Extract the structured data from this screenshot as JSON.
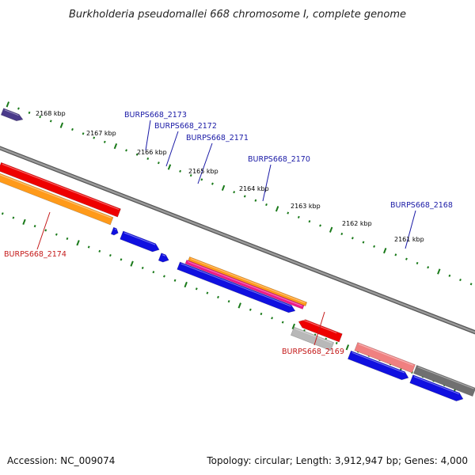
{
  "title": "Burkholderia pseudomallei 668 chromosome I, complete genome",
  "footer": {
    "accession": "Accession: NC_009074",
    "summary": "Topology: circular; Length: 3,912,947 bp; Genes: 4,000"
  },
  "colors": {
    "backbone": "#808080",
    "tick": "#1a7a1a",
    "plus_label": "#1a1aa6",
    "minus_label": "#c41a1a",
    "blue": "#1010e0",
    "red": "#ee0000",
    "orange": "#ff9a1a",
    "magenta": "#ee1a8a",
    "pink": "#f08080",
    "grey": "#b8b8b8",
    "dark": "#707070",
    "purple": "#4a3a8a"
  },
  "kbp_labels": [
    "2168 kbp",
    "2167 kbp",
    "2166 kbp",
    "2165 kbp",
    "2164 kbp",
    "2163 kbp",
    "2162 kbp",
    "2161 kbp"
  ],
  "gene_labels": {
    "g2173": "BURPS668_2173",
    "g2172": "BURPS668_2172",
    "g2171": "BURPS668_2171",
    "g2170": "BURPS668_2170",
    "g2168": "BURPS668_2168",
    "g2174": "BURPS668_2174",
    "g2169": "BURPS668_2169"
  }
}
